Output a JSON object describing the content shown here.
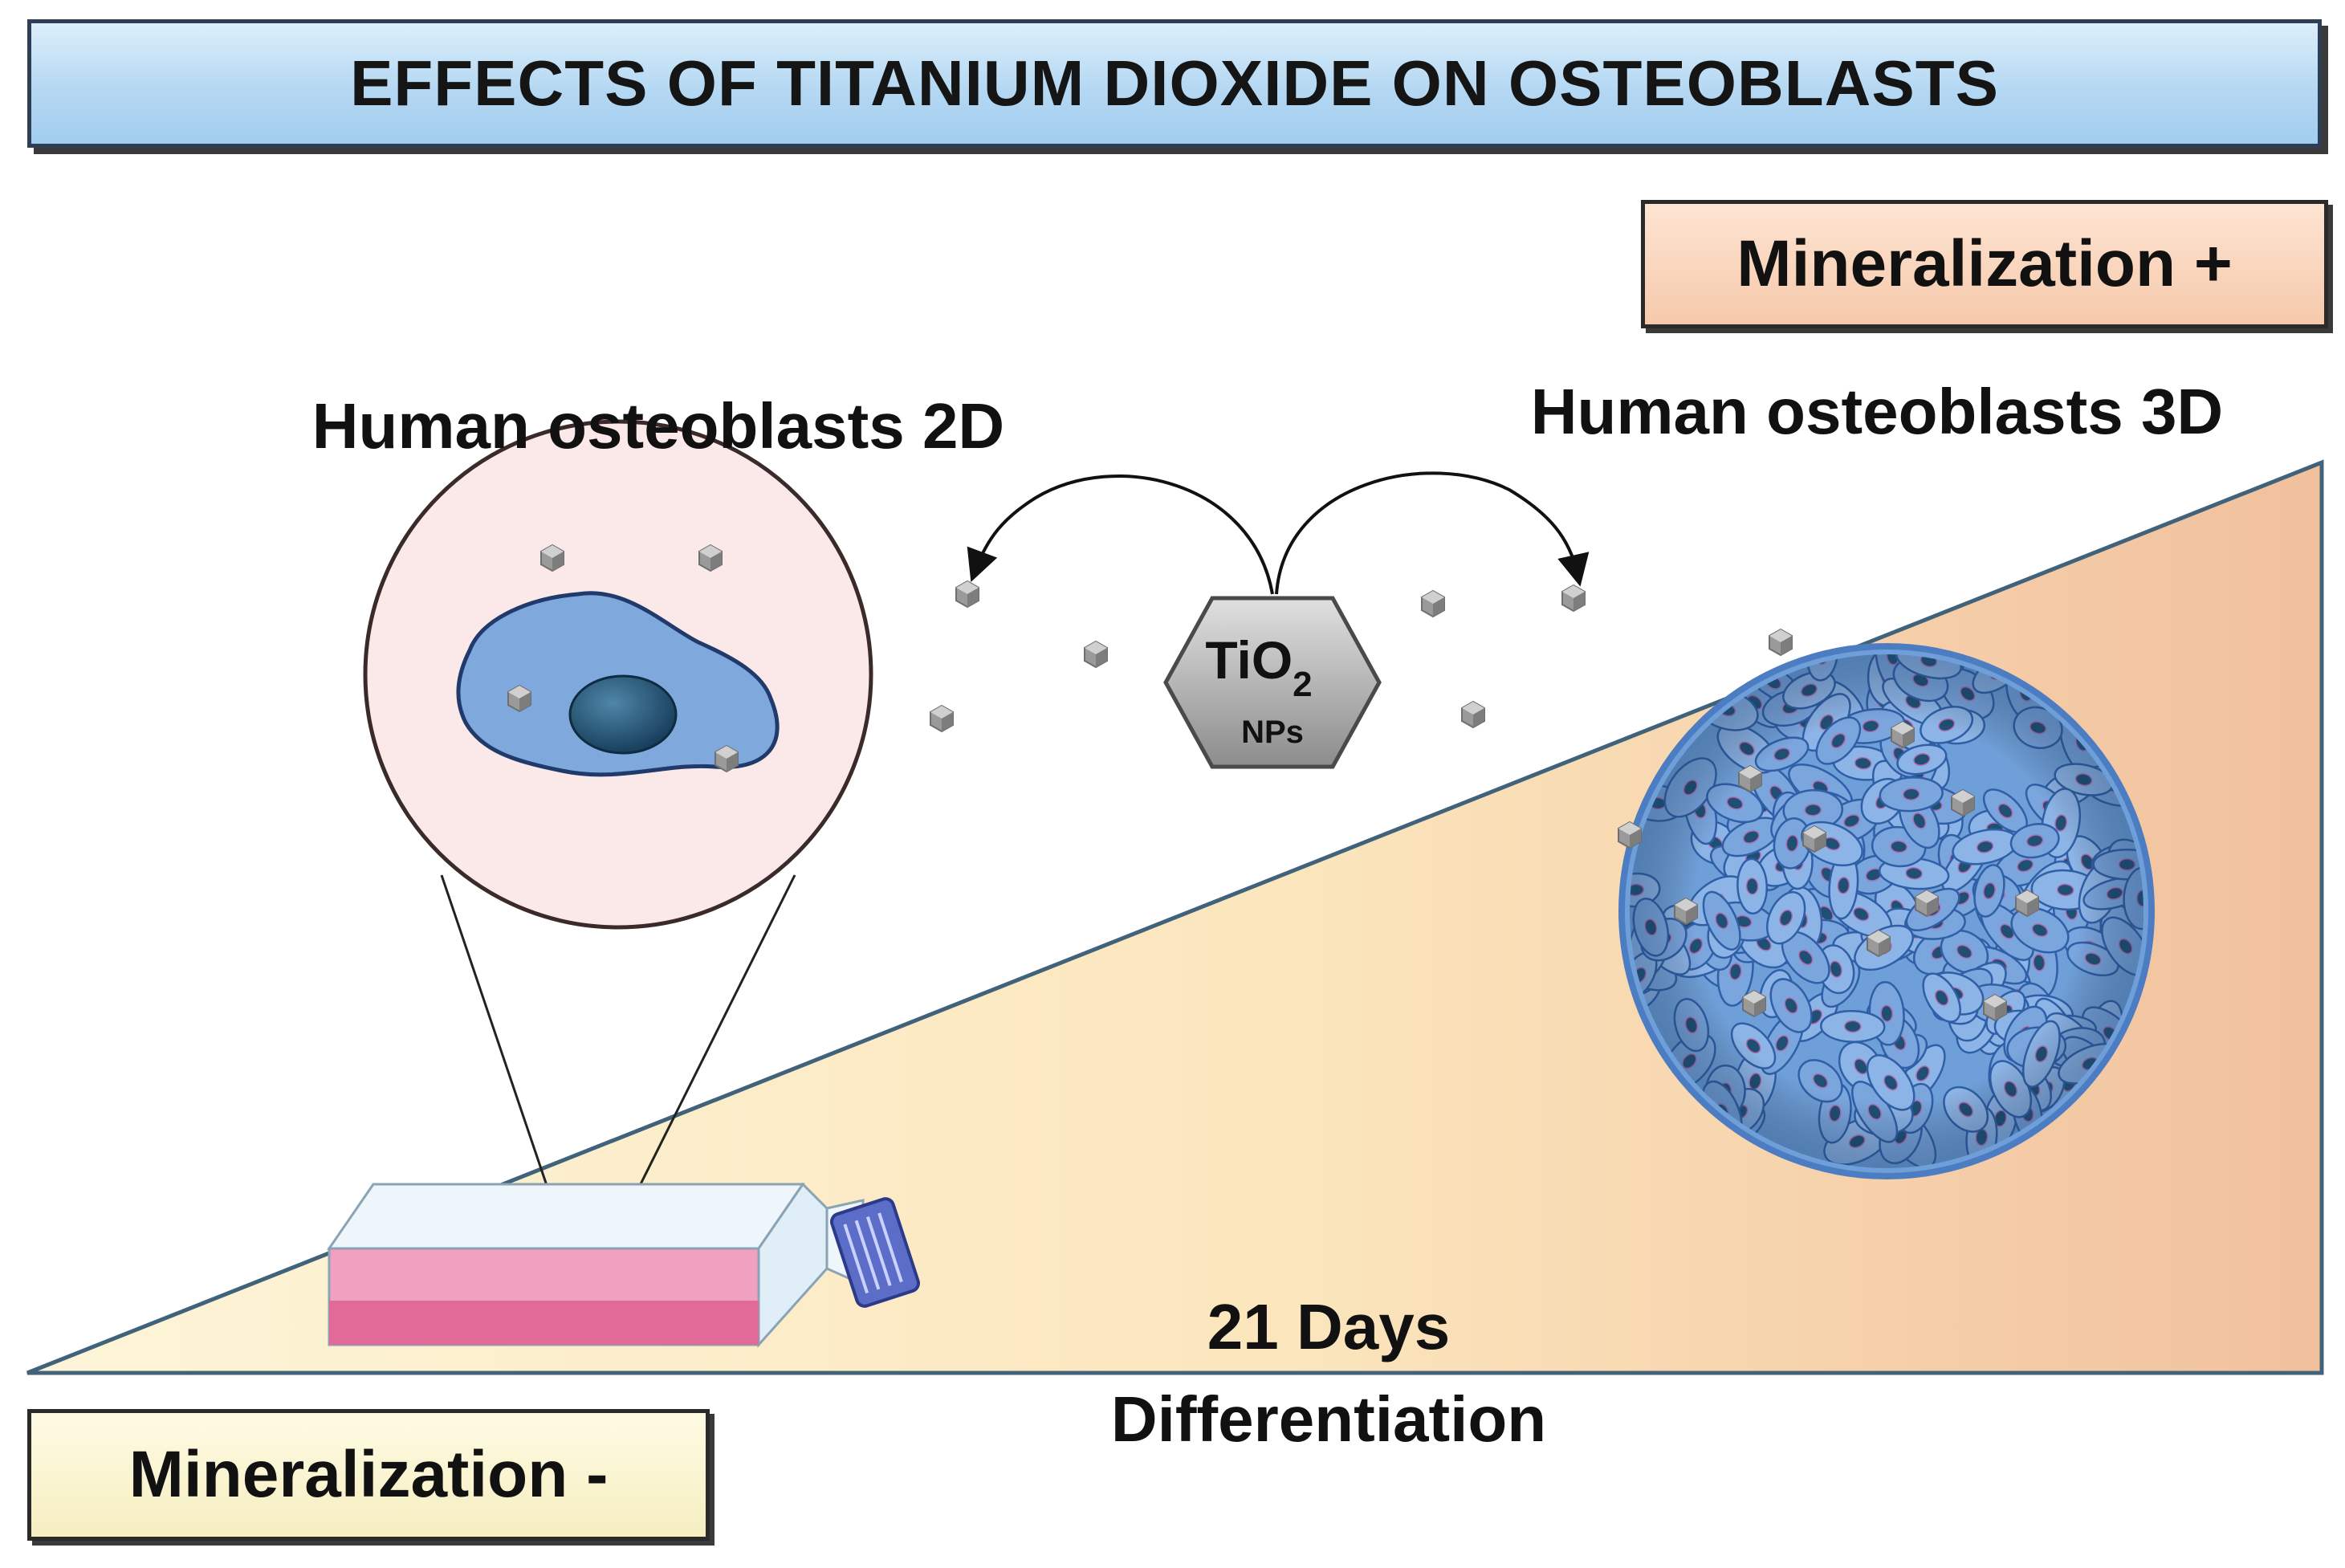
{
  "title": "EFFECTS OF TITANIUM DIOXIDE ON OSTEOBLASTS",
  "label_mineralization_plus": "Mineralization +",
  "label_mineralization_minus": "Mineralization -",
  "label_2d": "Human osteoblasts 2D",
  "label_3d": "Human osteoblasts 3D",
  "tio2": {
    "main": "TiO",
    "subscript": "2",
    "sub_label": "NPs"
  },
  "axis_label": {
    "line1": "21 Days",
    "line2": "Differentiation"
  },
  "colors": {
    "title_fill": "#b5d8f3",
    "wedge_left": "#fdf0cc",
    "wedge_right": "#f2c3a0",
    "cell_fill": "#7fa8dc",
    "nucleus": "#1f4f73",
    "flask_medium": "#f08fb5",
    "nanoparticle": "#9a9a9a"
  }
}
